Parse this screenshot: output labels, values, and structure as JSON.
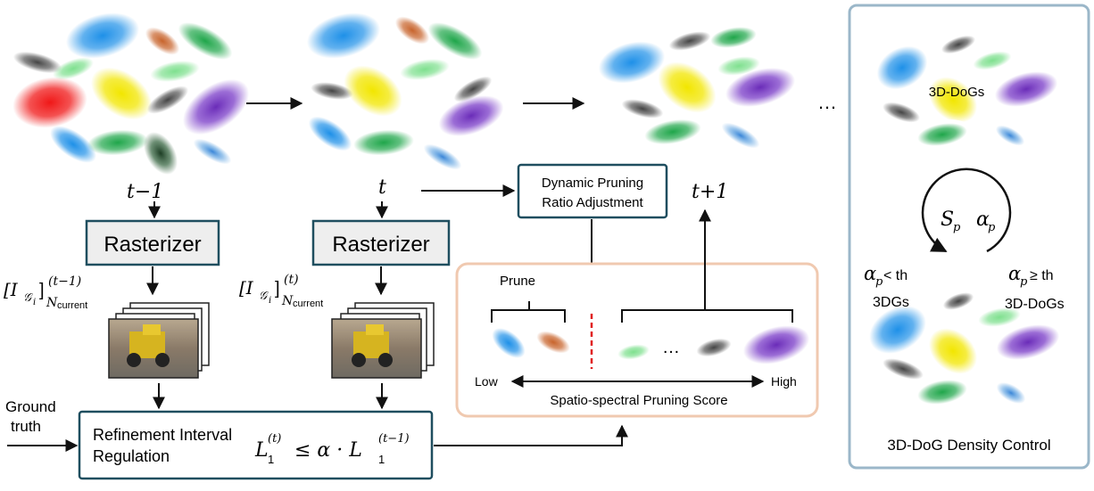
{
  "steps": {
    "prev": "t−1",
    "curr": "t",
    "next": "t+1",
    "ellipsis": "…"
  },
  "rasterizer": {
    "label": "Rasterizer"
  },
  "render_labels": {
    "prev_base": "[I",
    "prev_sub_g": "𝒢",
    "prev_sub_i": "i",
    "prev_super": "(t−1)",
    "prev_sub": "N",
    "prev_sub2": "current",
    "curr_super": "(t)"
  },
  "dynamic_pruning": {
    "line1": "Dynamic Pruning",
    "line2": "Ratio Adjustment"
  },
  "pruning_panel": {
    "prune_label": "Prune",
    "low": "Low",
    "high": "High",
    "score_label": "Spatio-spectral Pruning Score",
    "ellipsis": "…"
  },
  "refinement": {
    "line1": "Refinement Interval",
    "line2": "Regulation",
    "eq_lhs": "L",
    "eq_sub": "1",
    "eq_sup_t": "(t)",
    "eq_op": "≤ α · L",
    "eq_sup_t1": "(t−1)"
  },
  "ground_truth": {
    "line1": "Ground",
    "line2": "truth"
  },
  "density_control": {
    "title": "3D-DoG Density Control",
    "top_label": "3D-DoGs",
    "cycle_sp": "S",
    "cycle_sp_sub": "p",
    "cycle_ap": "α",
    "cycle_ap_sub": "p",
    "left_cond": "< th",
    "left_label": "3DGs",
    "right_cond": "≥ th",
    "right_label": "3D-DoGs"
  },
  "colors": {
    "panel_border": "#9bb7c9",
    "prune_border": "#f0c9b0",
    "box_border": "#1f4e5f",
    "raster_fill": "#eeeeee",
    "cut_line": "#e02020",
    "blue": "#1e90e8",
    "orange": "#c8642c",
    "green": "#1fa64a",
    "gray": "#555555",
    "yellow": "#f2e600",
    "red": "#f01818",
    "purple": "#7a3cc8",
    "light_green": "#7fe08f"
  }
}
